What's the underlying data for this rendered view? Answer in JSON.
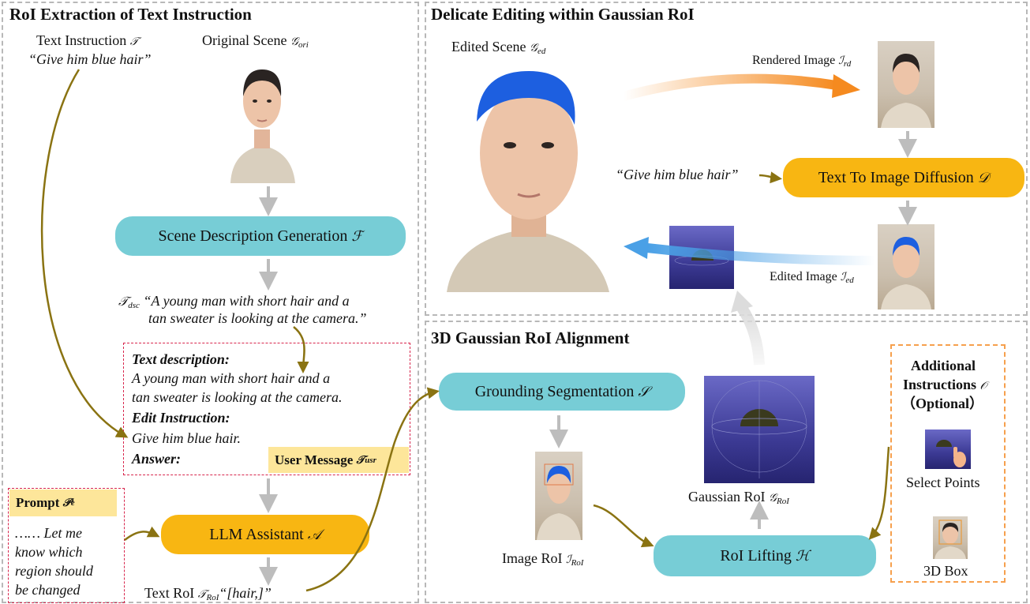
{
  "panels": {
    "left_title": "RoI Extraction of Text Instruction",
    "top_right_title": "Delicate Editing within Gaussian RoI",
    "bottom_right_title": "3D Gaussian RoI Alignment"
  },
  "left": {
    "text_instruction_label": "Text Instruction",
    "text_instruction_symbol": "𝒯",
    "text_instruction_quote": "“Give him blue hair”",
    "original_scene_label": "Original Scene",
    "original_scene_symbol": "𝒢",
    "original_scene_sub": "ori",
    "scene_desc_box": "Scene Description Generation",
    "scene_desc_symbol": "ℱ",
    "tdsc_symbol": "𝒯",
    "tdsc_sub": "dsc",
    "tdsc_line1": "“A young man with short hair and a",
    "tdsc_line2": "tan sweater is looking at the camera.”",
    "msg_text_desc_label": "Text description:",
    "msg_line1": "A young man with short hair and a",
    "msg_line2": "tan sweater is looking at the camera.",
    "msg_edit_label": "Edit Instruction:",
    "msg_edit_text": "Give him blue hair.",
    "msg_answer_label": "Answer:",
    "user_message_label": "User Message",
    "user_message_symbol": "𝒯",
    "user_message_sub": "usr",
    "prompt_label": "Prompt",
    "prompt_symbol": "𝒫",
    "prompt_sub": "e",
    "prompt_lines": [
      "…… Let me",
      "know which",
      "region should",
      "be changed"
    ],
    "llm_box": "LLM Assistant",
    "llm_symbol": "𝒜",
    "text_roi_label": "Text RoI",
    "text_roi_symbol": "𝒯",
    "text_roi_sub": "RoI",
    "text_roi_quote": "“[hair,]”"
  },
  "top_right": {
    "edited_scene_label": "Edited Scene",
    "edited_scene_symbol": "𝒢",
    "edited_scene_sub": "ed",
    "rendered_image_label": "Rendered Image",
    "rendered_image_symbol": "ℐ",
    "rendered_image_sub": "rd",
    "quote": "“Give him blue hair”",
    "diffusion_box": "Text To Image Diffusion",
    "diffusion_symbol": "𝒟",
    "edited_image_label": "Edited Image",
    "edited_image_symbol": "ℐ",
    "edited_image_sub": "ed"
  },
  "bottom_right": {
    "grounding_box": "Grounding Segmentation",
    "grounding_symbol": "𝒮",
    "image_roi_label": "Image RoI",
    "image_roi_symbol": "ℐ",
    "image_roi_sub": "RoI",
    "gaussian_roi_label": "Gaussian RoI",
    "gaussian_roi_symbol": "𝒢",
    "gaussian_roi_sub": "RoI",
    "lifting_box": "RoI Lifting",
    "lifting_symbol": "ℋ",
    "additional_line1": "Additional",
    "additional_line2": "Instructions",
    "additional_symbol": "𝒪",
    "optional": "（Optional）",
    "select_points": "Select Points",
    "box3d": "3D Box"
  },
  "colors": {
    "cyan": "#77cdd6",
    "orange": "#f8b612",
    "olive_arrow": "#8a7312",
    "gray_arrow": "#bdbdbd",
    "red_dashed": "#d8264d",
    "orange_dashed": "#f6a04d",
    "blue_hair": "#1d5fe0"
  }
}
